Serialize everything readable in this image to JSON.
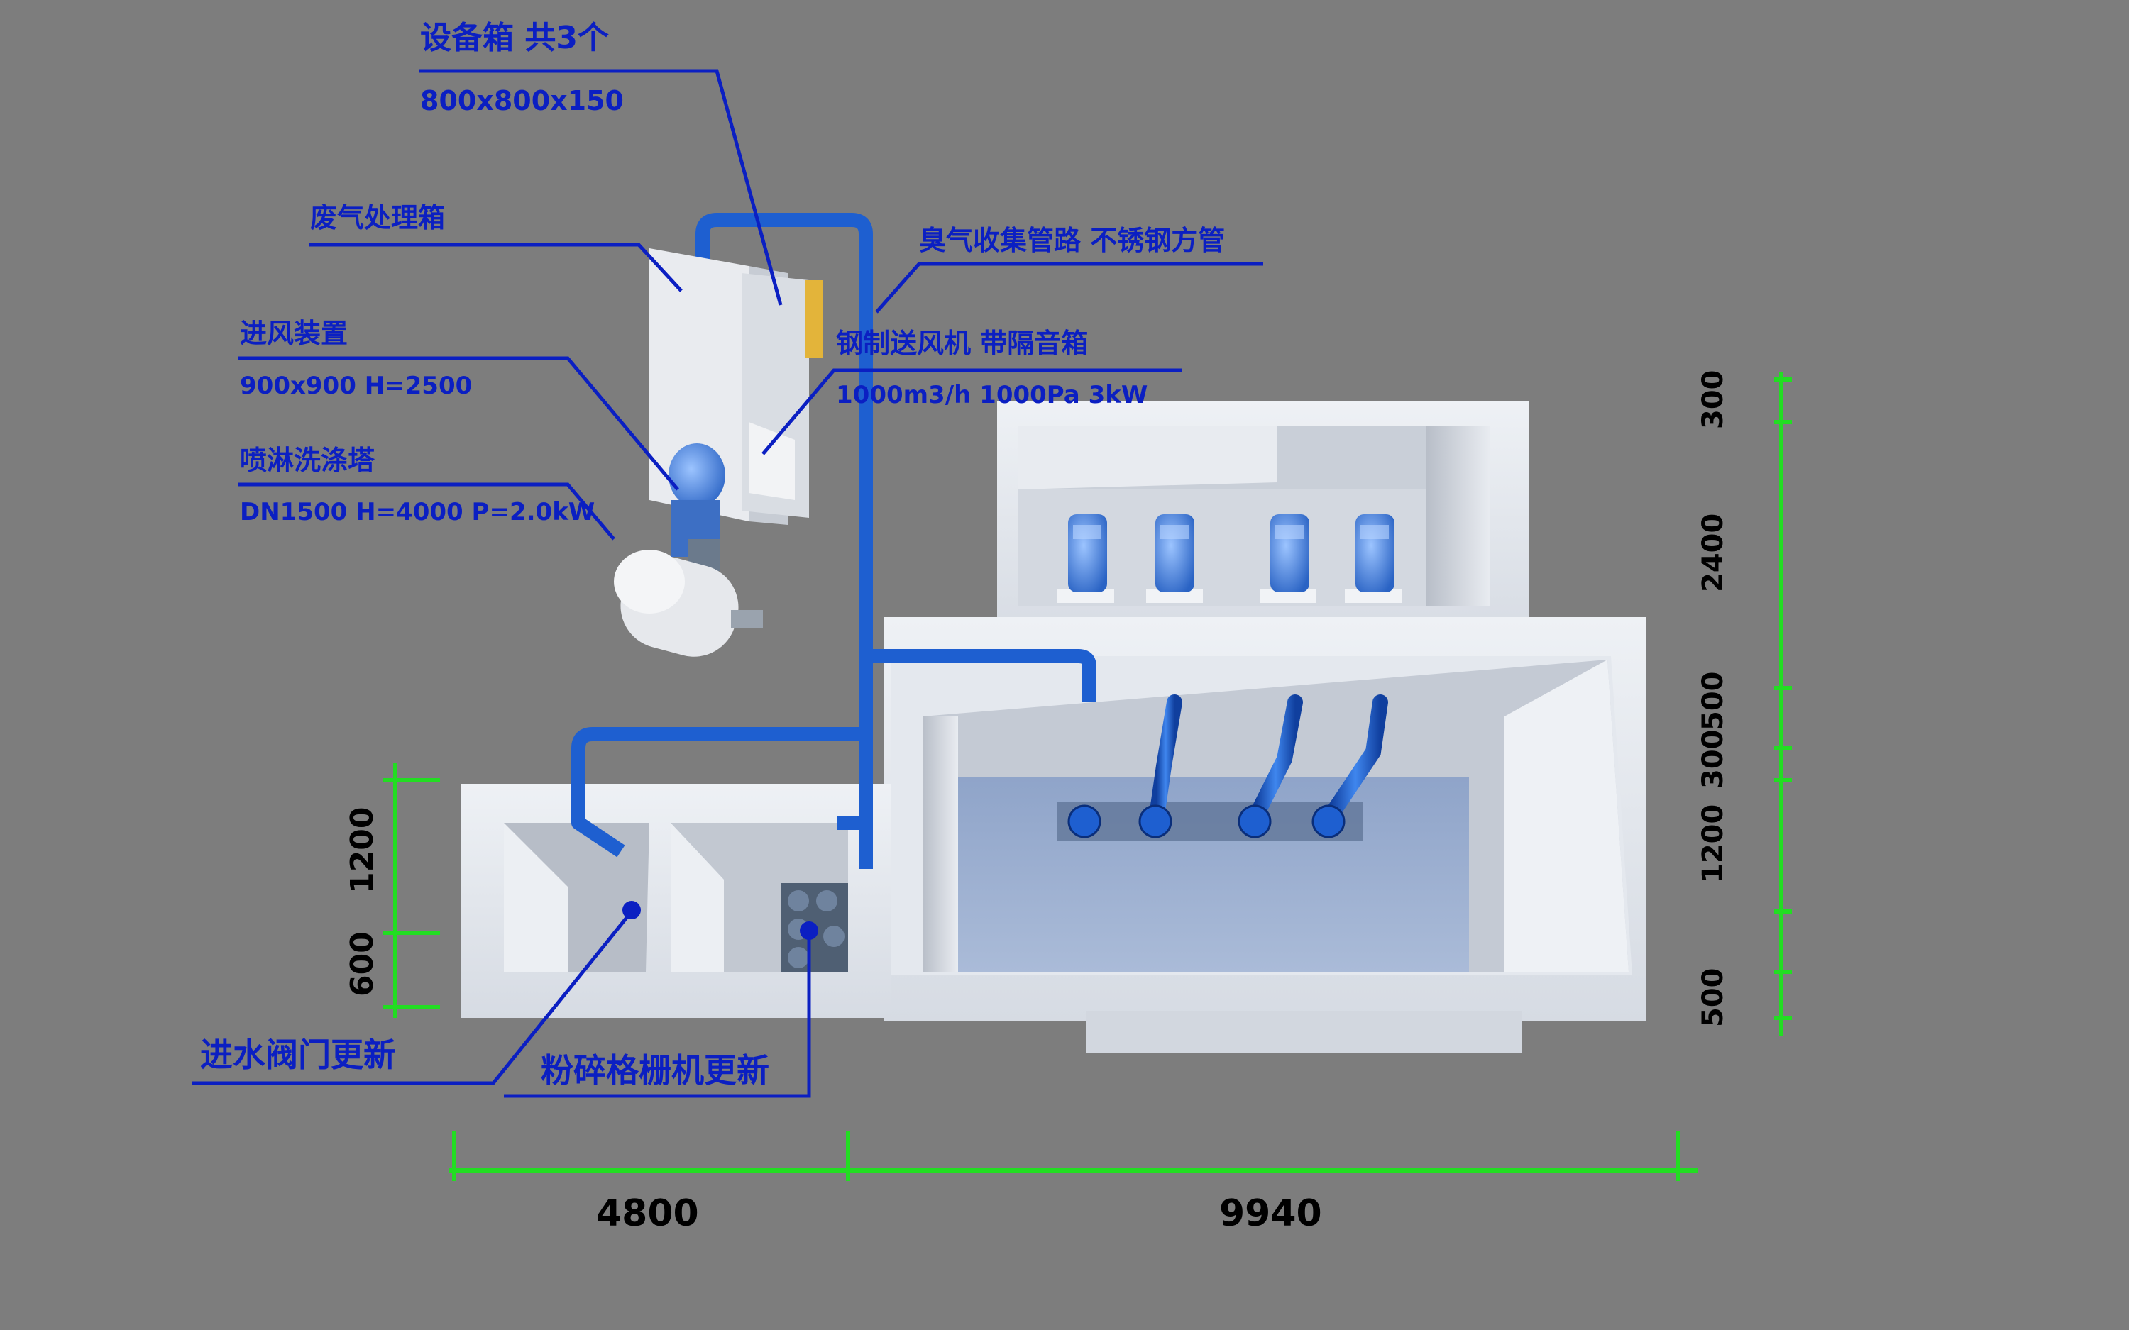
{
  "colors": {
    "background": "#7d7d7d",
    "concrete": "#dfe3ea",
    "pipe": "#1e5fd0",
    "label": "#0b1fc2",
    "dimension_line": "#22dd22",
    "dimension_text": "#000000"
  },
  "labels": {
    "equipment_box": "设备箱 共3个",
    "equipment_box_spec": "800x800x150",
    "exhaust_box": "废气处理箱",
    "air_inlet": "进风装置",
    "air_inlet_spec": "900x900 H=2500",
    "spray_tower": "喷淋洗涤塔",
    "spray_tower_spec": "DN1500 H=4000 P=2.0kW",
    "odor_pipe": "臭气收集管路 不锈钢方管",
    "blower": "钢制送风机 带隔音箱",
    "blower_spec": "1000m3/h 1000Pa 3kW",
    "inlet_valve": "进水阀门更新",
    "grinder": "粉碎格栅机更新"
  },
  "dimensions": {
    "bottom": [
      "4800",
      "9940"
    ],
    "left": [
      "1200",
      "600"
    ],
    "right": [
      "300",
      "2400",
      "500",
      "300",
      "1200",
      "500"
    ]
  },
  "icons": {
    "pump_motor": "motor-icon",
    "valve": "valve-icon",
    "spray_tower": "tank-icon",
    "blower": "fan-icon"
  }
}
